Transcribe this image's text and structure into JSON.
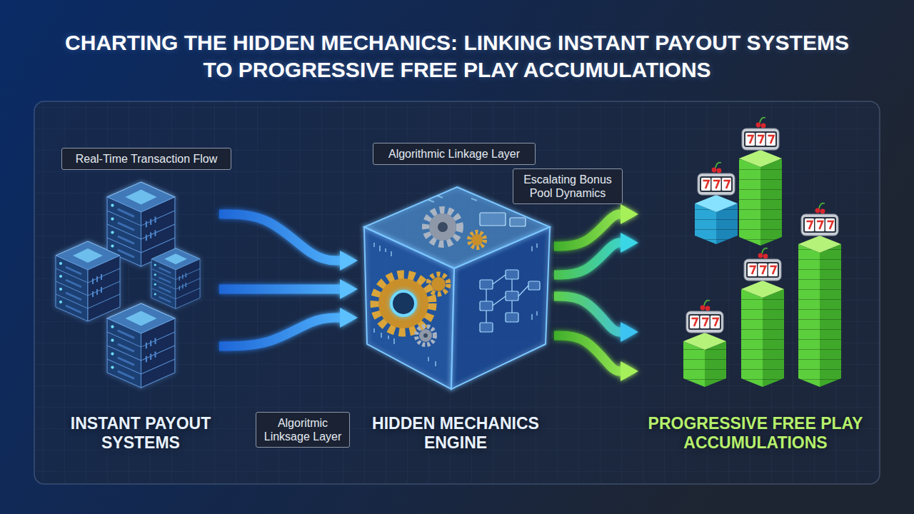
{
  "diagram": {
    "title": "CHARTING THE HIDDEN MECHANICS: LINKING INSTANT PAYOUT SYSTEMS TO PROGRESSIVE FREE PLAY ACCUMULATIONS",
    "nodes": [
      {
        "text": [
          "Real-Time Transaction Flow"
        ]
      },
      {
        "text": [
          "INSTANT PAYOUT SYSTEMS"
        ]
      },
      {
        "text": [
          "Algoritmic Linksage Layer"
        ]
      },
      {
        "text": [
          "Algorithmic Linkage Layer"
        ]
      },
      {
        "text": [
          "HIDDEN MECHANICS ENGINE"
        ]
      },
      {
        "text": [
          "Escalating Bonus Pool Dynamics"
        ]
      },
      {
        "text": [
          "PROGRESSIVE FREE PLAY ACCUMULATIONS"
        ]
      }
    ],
    "edges": [
      {
        "from": 1,
        "to": 4,
        "arrow": "to"
      },
      {
        "from": 1,
        "to": 4,
        "arrow": "to"
      },
      {
        "from": 1,
        "to": 4,
        "arrow": "to"
      },
      {
        "from": 4,
        "to": 6,
        "arrow": "to"
      },
      {
        "from": 4,
        "to": 6,
        "arrow": "to"
      },
      {
        "from": 4,
        "to": 6,
        "arrow": "to"
      },
      {
        "from": 4,
        "to": 6,
        "arrow": "to"
      }
    ]
  }
}
